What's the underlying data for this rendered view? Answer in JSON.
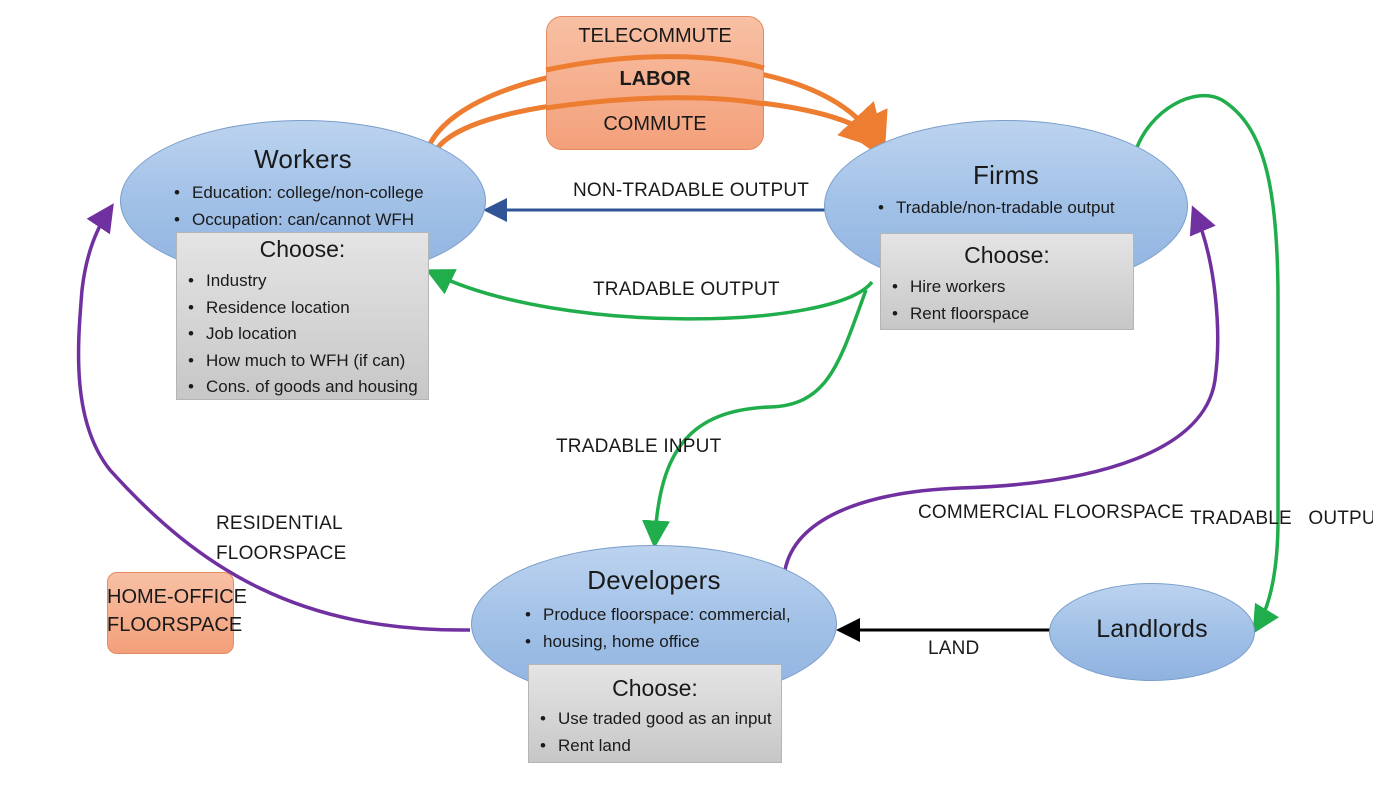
{
  "labor_box": {
    "telecommute": "TELECOMMUTE",
    "labor": "LABOR",
    "commute": "COMMUTE"
  },
  "workers": {
    "title": "Workers",
    "bullets": [
      "Education: college/non-college",
      "Occupation: can/cannot WFH"
    ],
    "choose_title": "Choose:",
    "choose_items": [
      "Industry",
      "Residence location",
      "Job location",
      "How much to WFH (if can)",
      "Cons. of goods and housing"
    ]
  },
  "firms": {
    "title": "Firms",
    "bullets": [
      "Tradable/non-tradable output"
    ],
    "choose_title": "Choose:",
    "choose_items": [
      "Hire workers",
      "Rent floorspace"
    ]
  },
  "developers": {
    "title": "Developers",
    "bullets": [
      "Produce floorspace: commercial,",
      "housing, home office"
    ],
    "choose_title": "Choose:",
    "choose_items": [
      "Use traded good as an input",
      "Rent land"
    ]
  },
  "landlords": {
    "title": "Landlords"
  },
  "home_office": {
    "line1": "HOME-OFFICE",
    "line2": "FLOORSPACE"
  },
  "flow_labels": {
    "non_tradable_output": "NON-TRADABLE OUTPUT",
    "tradable_output_workers": "TRADABLE OUTPUT",
    "tradable_input": "TRADABLE INPUT",
    "residential_line1": "RESIDENTIAL",
    "residential_line2": "FLOORSPACE",
    "commercial_floorspace": "COMMERCIAL FLOORSPACE",
    "tradable_output_landlords": "TRADABLE   OUTPUT",
    "land": "LAND"
  },
  "colors": {
    "labor_arrow": "#ed7d31",
    "tradable_arrow": "#1fae4b",
    "non_tradable_arrow": "#2f5597",
    "floorspace_arrow": "#7030a0",
    "land_arrow": "#000000",
    "orange_box_top": "#f8c0a4",
    "orange_box_bottom": "#f3a07a"
  }
}
